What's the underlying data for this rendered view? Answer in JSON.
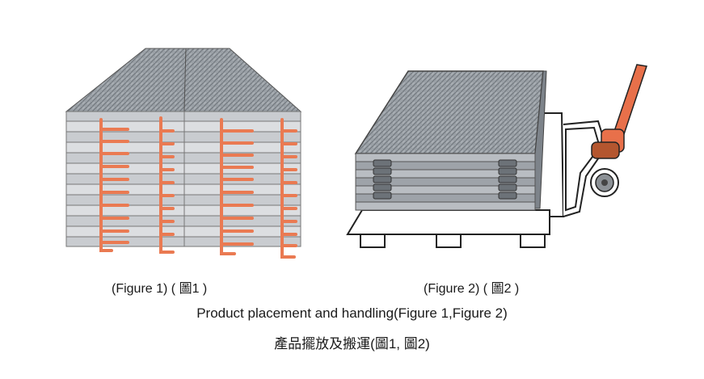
{
  "figure1": {
    "caption": "(Figure 1)  ( 圖1 )"
  },
  "figure2": {
    "caption": "(Figure 2)  ( 圖2 )"
  },
  "caption_main": "Product placement and handling(Figure 1,Figure 2)",
  "caption_zh": "產品擺放及搬運(圖1, 圖2)",
  "colors": {
    "panel_top": "#8f959c",
    "panel_edge": "#d6d8db",
    "strap": "#ea7a52",
    "outline": "#222222",
    "jack_arm": "#e8704a"
  }
}
